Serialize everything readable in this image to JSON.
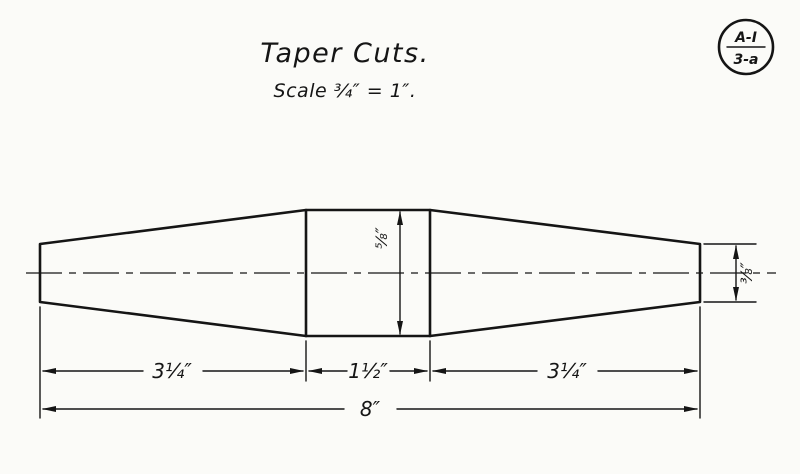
{
  "title": "Taper Cuts.",
  "scale_note": "Scale ¾″ = 1″.",
  "badge": {
    "top": "A-I",
    "bottom": "3-a"
  },
  "dims": {
    "left_taper": "3¼″",
    "middle_section": "1½″",
    "right_taper": "3¼″",
    "overall": "8″",
    "mid_height": "⅝″",
    "end_height": "⅜″"
  },
  "colors": {
    "ink": "#151515",
    "paper": "#fbfbf8"
  }
}
